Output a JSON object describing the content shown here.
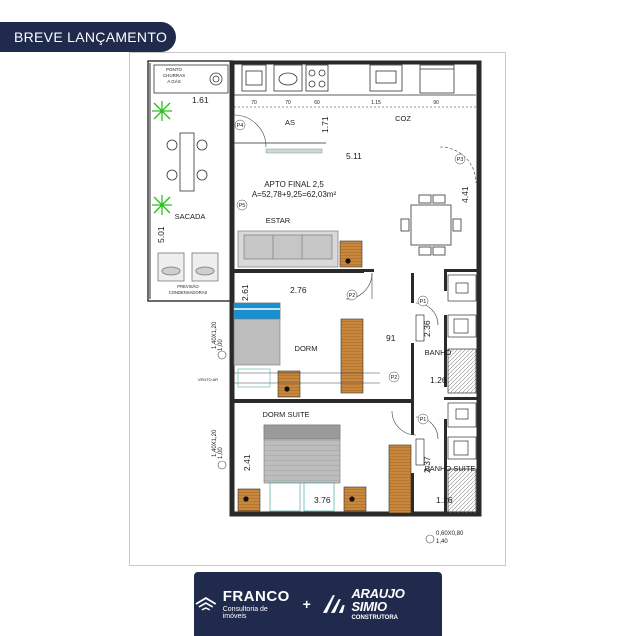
{
  "badge": {
    "label": "BREVE LANÇAMENTO"
  },
  "plan": {
    "unit_title": "APTO FINAL 2,5",
    "area": "A=52,78+9,25=62,03m²",
    "rooms": {
      "as": "AS",
      "coz": "COZ",
      "estar": "ESTAR",
      "sacada": "SACADA",
      "dorm": "DORM",
      "dorm_suite": "DORM SUITE",
      "banho": "BANHO",
      "banho_suite": "BANHO SUITE"
    },
    "dimensions": {
      "d161": "1.61",
      "d171": "1.71",
      "d511": "5.11",
      "d441": "4.41",
      "d501": "5.01",
      "d261": "2.61",
      "d276": "2.76",
      "d91": "91",
      "d236": "2.36",
      "d126a": "1.26",
      "d241": "2.41",
      "d237": "2.37",
      "d376": "3.76",
      "d126b": "1.26"
    },
    "windows": {
      "w1_top": "1,40X1,20",
      "w1_bottom": "1,00",
      "w2_top": "1,40X1,20",
      "w2_bottom": "1,00",
      "w3_top": "0,60X0,80",
      "w3_bottom": "1,40"
    },
    "doors": [
      "P4",
      "P5",
      "P3",
      "P2",
      "P1",
      "P2",
      "P1"
    ],
    "counter_marks": [
      "70",
      "70",
      "60",
      "1.15",
      "90"
    ],
    "notes": {
      "churras_1": "PONTO",
      "churras_2": "CHURRAS",
      "churras_3": "A GÁS",
      "cond_1": "PREVISÃO",
      "cond_2": "CONDENSADORAS",
      "vento": "VENTO AR"
    }
  },
  "footer": {
    "franco_name": "FRANCO",
    "franco_sub": "Consultoria de imóveis",
    "plus": "+",
    "araujo_name": "ARAUJO SIMIO",
    "araujo_sub": "CONSTRUTORA"
  },
  "colors": {
    "navy": "#1f2a4d",
    "wood": "#c9873e",
    "bed_blue": "#1a8fcf",
    "plant_green": "#26c21a"
  }
}
